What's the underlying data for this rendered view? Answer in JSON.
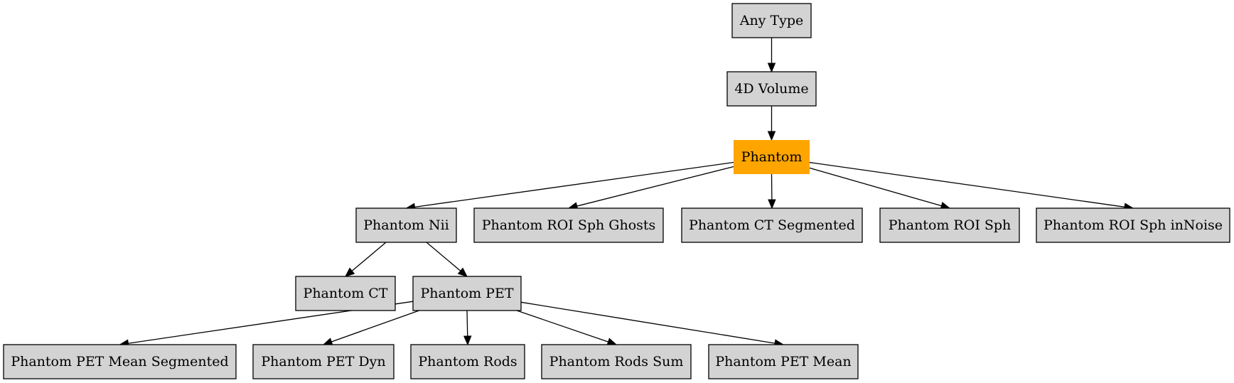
{
  "nodes": [
    {
      "id": "any-type",
      "label": "Any Type",
      "fill": "#d3d3d3"
    },
    {
      "id": "4d-volume",
      "label": "4D Volume",
      "fill": "#d3d3d3"
    },
    {
      "id": "phantom",
      "label": "Phantom",
      "fill": "#ffa500",
      "highlighted": true
    },
    {
      "id": "phantom-nii",
      "label": "Phantom Nii",
      "fill": "#d3d3d3"
    },
    {
      "id": "phantom-roi-sph-ghosts",
      "label": "Phantom ROI Sph Ghosts",
      "fill": "#d3d3d3"
    },
    {
      "id": "phantom-ct-segmented",
      "label": "Phantom CT Segmented",
      "fill": "#d3d3d3"
    },
    {
      "id": "phantom-roi-sph",
      "label": "Phantom ROI Sph",
      "fill": "#d3d3d3"
    },
    {
      "id": "phantom-roi-sph-innoise",
      "label": "Phantom ROI Sph inNoise",
      "fill": "#d3d3d3"
    },
    {
      "id": "phantom-ct",
      "label": "Phantom CT",
      "fill": "#d3d3d3"
    },
    {
      "id": "phantom-pet",
      "label": "Phantom PET",
      "fill": "#d3d3d3"
    },
    {
      "id": "phantom-pet-mean-segmented",
      "label": "Phantom PET Mean Segmented",
      "fill": "#d3d3d3"
    },
    {
      "id": "phantom-pet-dyn",
      "label": "Phantom PET Dyn",
      "fill": "#d3d3d3"
    },
    {
      "id": "phantom-rods",
      "label": "Phantom Rods",
      "fill": "#d3d3d3"
    },
    {
      "id": "phantom-rods-sum",
      "label": "Phantom Rods Sum",
      "fill": "#d3d3d3"
    },
    {
      "id": "phantom-pet-mean",
      "label": "Phantom PET Mean",
      "fill": "#d3d3d3"
    }
  ],
  "edges": [
    {
      "from": "any-type",
      "to": "4d-volume"
    },
    {
      "from": "4d-volume",
      "to": "phantom"
    },
    {
      "from": "phantom",
      "to": "phantom-nii"
    },
    {
      "from": "phantom",
      "to": "phantom-roi-sph-ghosts"
    },
    {
      "from": "phantom",
      "to": "phantom-ct-segmented"
    },
    {
      "from": "phantom",
      "to": "phantom-roi-sph"
    },
    {
      "from": "phantom",
      "to": "phantom-roi-sph-innoise"
    },
    {
      "from": "phantom-nii",
      "to": "phantom-ct"
    },
    {
      "from": "phantom-nii",
      "to": "phantom-pet"
    },
    {
      "from": "phantom-pet",
      "to": "phantom-pet-mean-segmented"
    },
    {
      "from": "phantom-pet",
      "to": "phantom-pet-dyn"
    },
    {
      "from": "phantom-pet",
      "to": "phantom-rods"
    },
    {
      "from": "phantom-pet",
      "to": "phantom-rods-sum"
    },
    {
      "from": "phantom-pet",
      "to": "phantom-pet-mean"
    }
  ]
}
